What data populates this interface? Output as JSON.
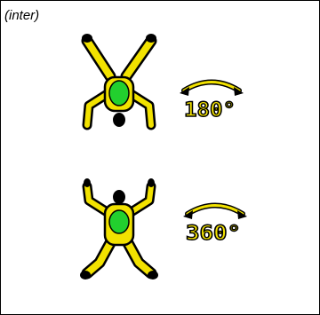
{
  "figure_label": "(inter)",
  "items": [
    {
      "name": "head-down-figure",
      "rotation_text": "180°"
    },
    {
      "name": "head-up-figure",
      "rotation_text": "360°"
    }
  ],
  "colors": {
    "suit_yellow": "#f2e200",
    "body_green": "#22d02e",
    "ink": "#000000"
  }
}
